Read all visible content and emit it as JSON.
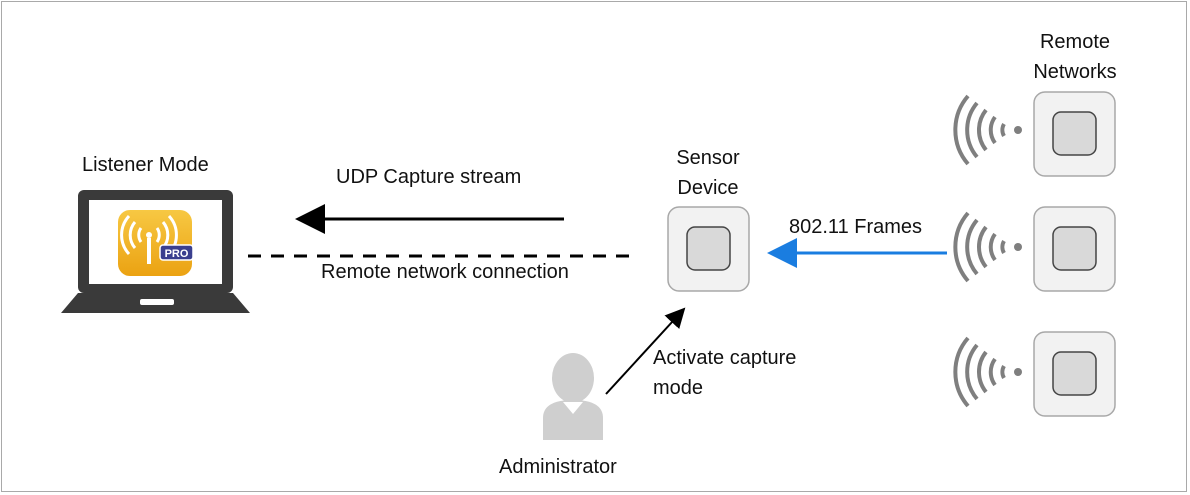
{
  "labels": {
    "listener_mode": "Listener Mode",
    "udp_capture_stream": "UDP Capture stream",
    "remote_network_connection": "Remote network connection",
    "sensor_device_line1": "Sensor",
    "sensor_device_line2": "Device",
    "frames_80211": "802.11 Frames",
    "remote_networks_line1": "Remote",
    "remote_networks_line2": "Networks",
    "activate_line1": "Activate capture",
    "activate_line2": "mode",
    "administrator": "Administrator"
  },
  "app_icon": {
    "name": "wifi-sniffer-pro-icon",
    "badge": "PRO"
  },
  "colors": {
    "frame_border": "#a9a9a9",
    "arrow_black": "#000000",
    "arrow_blue": "#1a7de0",
    "device_fill": "#f2f2f2",
    "device_stroke": "#a8a8a8",
    "device_inner": "#d9d9d9",
    "icon_gold": "#f3b21b",
    "person_gray": "#cfcfcf",
    "signal_gray": "#7f7f7f",
    "laptop_dark": "#3a3a3a"
  }
}
